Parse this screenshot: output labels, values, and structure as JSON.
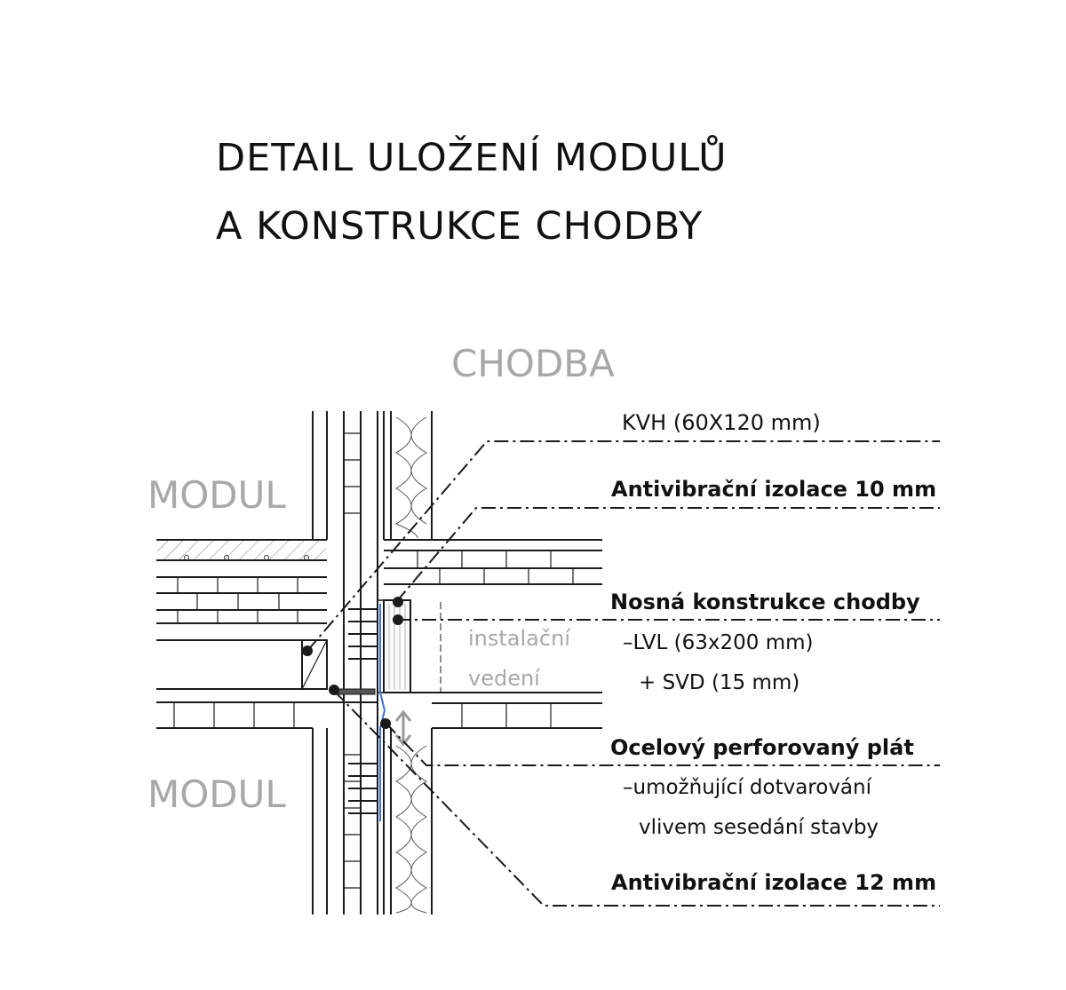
{
  "title": {
    "line1": "DETAIL ULOŽENÍ MODULŮ",
    "line2": "A KONSTRUKCE CHODBY"
  },
  "zones": {
    "corridor": "CHODBA",
    "module_top": "MODUL",
    "module_bottom": "MODUL",
    "installation_line1": "instalační",
    "installation_line2": "vedení"
  },
  "annotations": {
    "kvh": "KVH (60X120 mm)",
    "antivib10": "Antivibrační izolace 10 mm",
    "structure_title": "Nosná konstrukce chodby",
    "structure_lvl": "–LVL     (63x200 mm)",
    "structure_svd": "+ SVD  (15 mm)",
    "plate_title": "Ocelový perforovaný plát",
    "plate_desc1": "–umožňující dotvarování",
    "plate_desc2": "vlivem sesedání stavby",
    "antivib12": "Antivibrační izolace 12 mm"
  },
  "colors": {
    "line": "#1a1a1a",
    "zone_label": "#a8a8a8",
    "steel_plate": "#3a6fd8",
    "movement_arrow": "#9a9a9a"
  }
}
